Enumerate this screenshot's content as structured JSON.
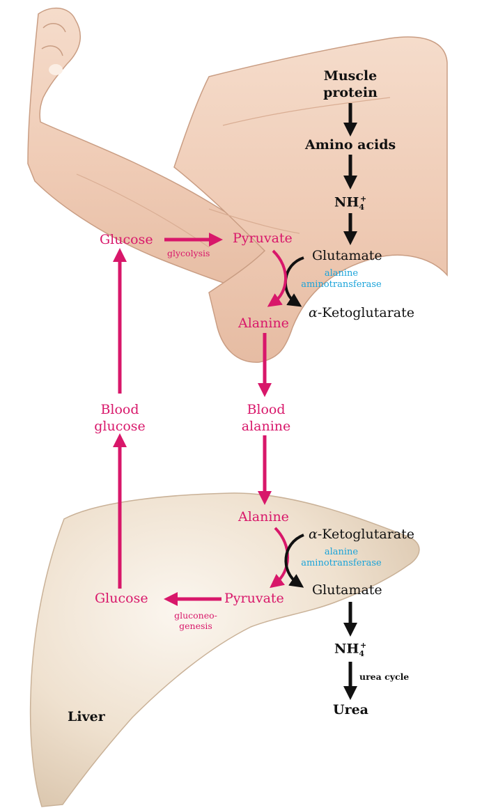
{
  "colors": {
    "pink": "#d8176a",
    "black": "#111111",
    "blue": "#1aa3d9",
    "skin": "#f2d2bd",
    "liver": "#efe1cf"
  },
  "muscle": {
    "protein_line1": "Muscle",
    "protein_line2": "protein",
    "amino_acids": "Amino acids",
    "nh4_base": "NH",
    "nh4_sub": "4",
    "nh4_sup": "+",
    "glutamate": "Glutamate",
    "enzyme_line1": "alanine",
    "enzyme_line2": "aminotransferase",
    "alpha": "α",
    "ketoglutarate": "-Ketoglutarate",
    "glucose": "Glucose",
    "pyruvate": "Pyruvate",
    "glycolysis": "glycolysis",
    "alanine": "Alanine"
  },
  "blood": {
    "glucose_line1": "Blood",
    "glucose_line2": "glucose",
    "alanine_line1": "Blood",
    "alanine_line2": "alanine"
  },
  "liver": {
    "alanine": "Alanine",
    "alpha": "α",
    "ketoglutarate": "-Ketoglutarate",
    "enzyme_line1": "alanine",
    "enzyme_line2": "aminotransferase",
    "pyruvate": "Pyruvate",
    "glutamate": "Glutamate",
    "glucose": "Glucose",
    "gluconeo_line1": "gluconeo-",
    "gluconeo_line2": "genesis",
    "nh4_base": "NH",
    "nh4_sub": "4",
    "nh4_sup": "+",
    "urea_cycle": "urea cycle",
    "urea": "Urea",
    "organ_label": "Liver"
  }
}
